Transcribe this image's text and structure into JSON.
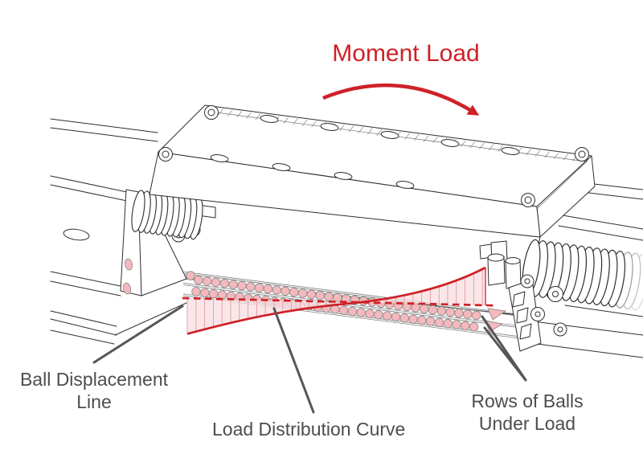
{
  "title": {
    "text": "Moment Load"
  },
  "labels": {
    "ball_displacement": {
      "line1": "Ball Displacement",
      "line2": "Line"
    },
    "load_distribution": {
      "text": "Load Distribution Curve"
    },
    "rows_of_balls": {
      "line1": "Rows of Balls",
      "line2": "Under Load"
    }
  },
  "diagram": {
    "ball_rows": {
      "rows": 2,
      "balls_per_row": 33
    },
    "hatch_line_count": 35,
    "left_bellows_coils": 11,
    "right_bellows_coils": 15
  },
  "colors": {
    "accent_red": "#CE2127",
    "ball_pink": "#F5B8BC",
    "ball_stroke": "#909090",
    "hatch_fill": "#F8DFE1",
    "hatch_line": "#E39A9E",
    "label_gray": "#4D4D4D",
    "leader_gray": "#565656",
    "line_dark": "#2E2E2E",
    "line_mid": "#6E6E6E"
  }
}
